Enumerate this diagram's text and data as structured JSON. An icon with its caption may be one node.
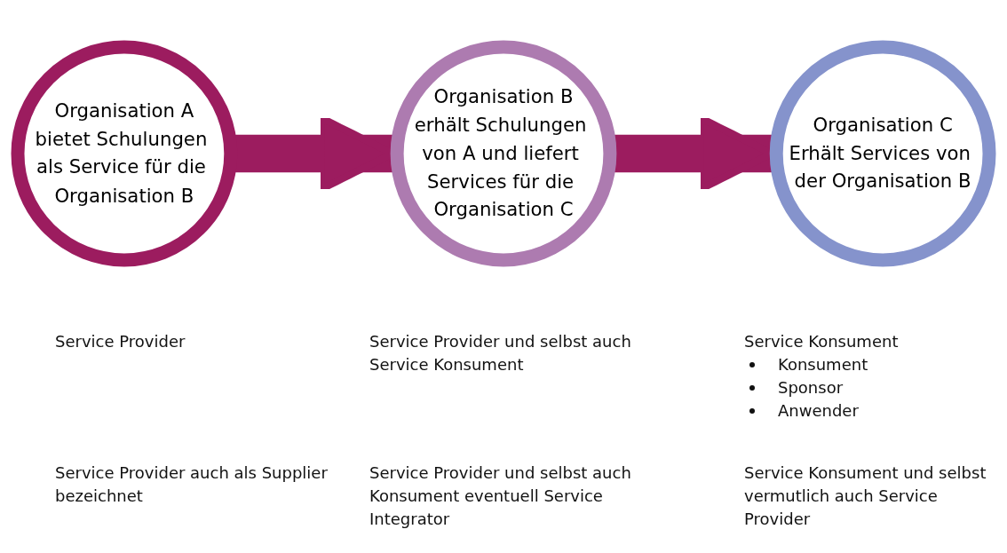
{
  "diagram": {
    "nodes": [
      {
        "text": [
          "Organisation A",
          "bietet Schulungen als Service für die Organisation B"
        ]
      },
      {
        "text": [
          "Organisation B",
          "erhält Schulungen von A und liefert Services für die Organisation C"
        ]
      },
      {
        "text": [
          "Organisation C",
          "Erhält Services von der Organisation B"
        ]
      }
    ],
    "edges": [
      {
        "from": 0,
        "to": 1,
        "arrow": "to"
      },
      {
        "from": 1,
        "to": 2,
        "arrow": "to"
      }
    ],
    "labels": [
      "Service Provider",
      "Service Provider und selbst auch Service Konsument",
      "Service Konsument",
      "Konsument",
      "Sponsor",
      "Anwender",
      "Service Provider auch als Supplier bezeichnet",
      "Service Provider und selbst auch Konsument eventuell Service Integrator",
      "Service Konsument und selbst vermutlich auch Service Provider"
    ]
  }
}
